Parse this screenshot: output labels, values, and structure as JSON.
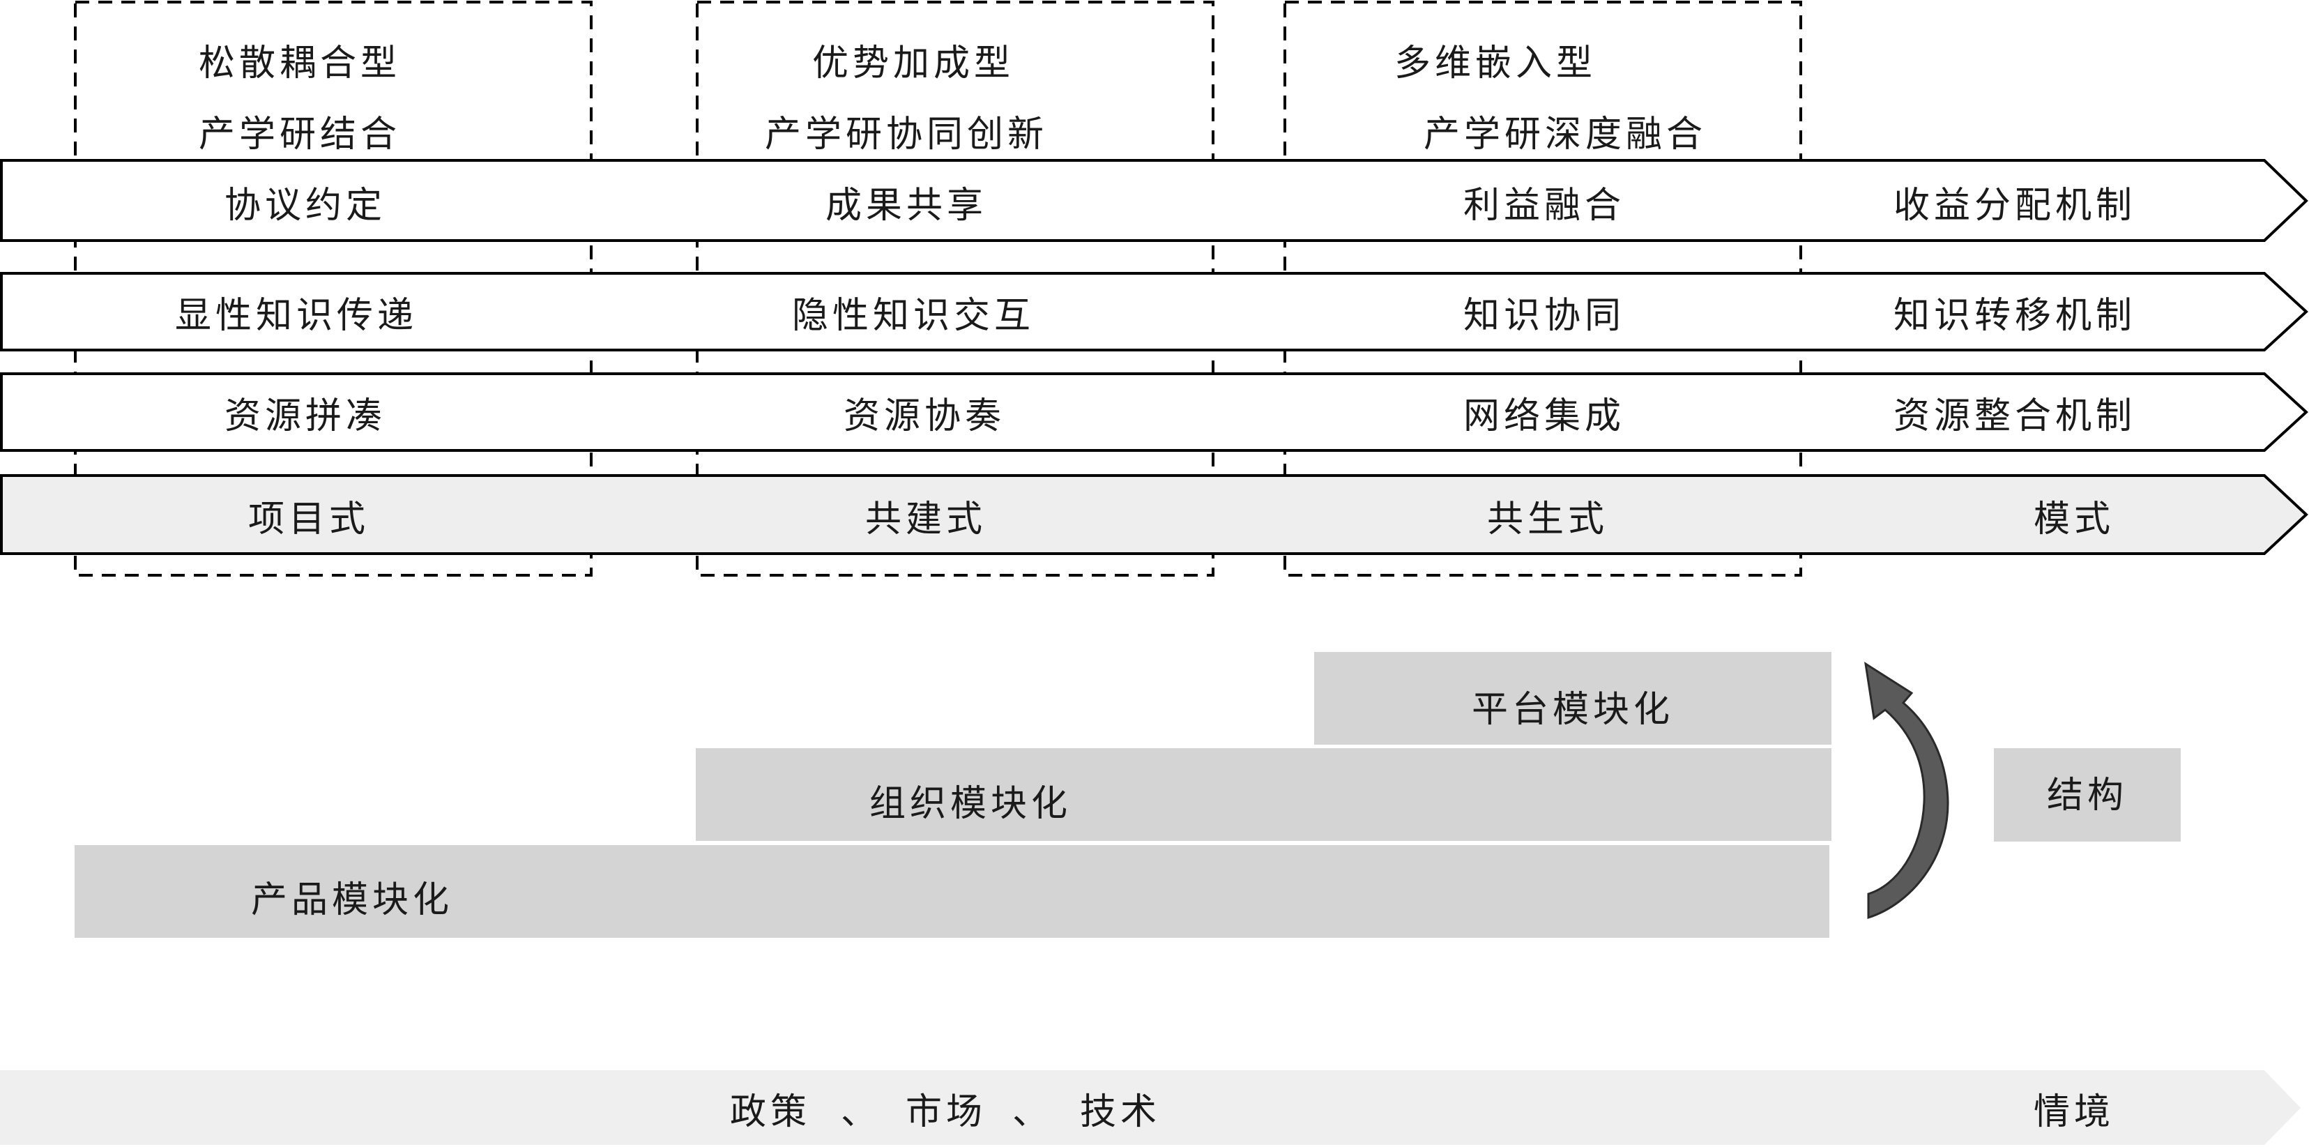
{
  "stages": [
    {
      "title": "松散耦合型",
      "subtitle": "产学研结合"
    },
    {
      "title": "优势加成型",
      "subtitle": "产学研协同创新"
    },
    {
      "title": "多维嵌入型",
      "subtitle": "产学研深度融合"
    }
  ],
  "bands": {
    "benefit": {
      "cells": [
        "协议约定",
        "成果共享",
        "利益融合"
      ],
      "label": "收益分配机制"
    },
    "knowledge": {
      "cells": [
        "显性知识传递",
        "隐性知识交互",
        "知识协同"
      ],
      "label": "知识转移机制"
    },
    "resource": {
      "cells": [
        "资源拼凑",
        "资源协奏",
        "网络集成"
      ],
      "label": "资源整合机制"
    },
    "mode": {
      "cells": [
        "项目式",
        "共建式",
        "共生式"
      ],
      "label": "模式"
    }
  },
  "structure": {
    "platform": "平台模块化",
    "organization": "组织模块化",
    "product": "产品模块化",
    "label": "结构"
  },
  "context": {
    "items": [
      "政策",
      "、",
      "市场",
      "、",
      "技术"
    ],
    "label": "情境"
  },
  "colors": {
    "stroke": "#000000",
    "mode_fill": "#eeeeee",
    "block_fill": "#d4d4d4",
    "context_fill": "#efefef",
    "curve_arrow": "#5a5a5a",
    "text": "#1a1a1a"
  }
}
